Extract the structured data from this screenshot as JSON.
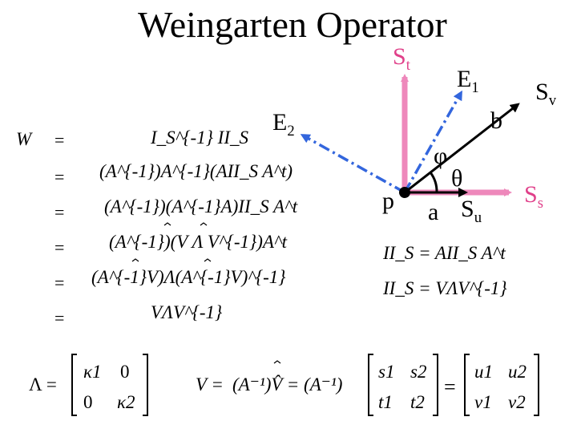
{
  "title": "Weingarten Operator",
  "colors": {
    "pink": "#ee88bb",
    "blue": "#3366dd",
    "black": "#000000"
  },
  "diagram": {
    "St": {
      "main": "S",
      "sub": "t"
    },
    "E1": {
      "main": "E",
      "sub": "1"
    },
    "E2": {
      "main": "E",
      "sub": "2"
    },
    "Sv": {
      "main": "S",
      "sub": "v"
    },
    "Ss": {
      "main": "S",
      "sub": "s"
    },
    "Su": {
      "main": "S",
      "sub": "u"
    },
    "b": "b",
    "a": "a",
    "p": "p",
    "phi": "φ",
    "theta": "θ"
  },
  "equations": {
    "lhs": "W",
    "eq": "=",
    "rows": [
      "I_S^{-1} II_S",
      "(A^{-1})A^{-1}(AII_S A^t)",
      "(A^{-1})(A^{-1}A)II_S A^t",
      "(A^{-1})(V Λ V^{-1})A^t",
      "(A^{-1}V)Λ(A^{-1}V)^{-1}",
      "VΛV^{-1}"
    ],
    "right1": "II_S = AII_S A^t",
    "right2": "II_S = VΛV^{-1}"
  },
  "bottom": {
    "lambda_lhs": "Λ =",
    "lambda_matrix": [
      [
        "κ1",
        "0"
      ],
      [
        "0",
        "κ2"
      ]
    ],
    "v_lhs": "V =",
    "v_middle": "(A⁻¹)V̂ = (A⁻¹)",
    "v_matrix1": [
      [
        "s1",
        "s2"
      ],
      [
        "t1",
        "t2"
      ]
    ],
    "v_matrix2": [
      [
        "u1",
        "u2"
      ],
      [
        "v1",
        "v2"
      ]
    ],
    "eq": "="
  }
}
